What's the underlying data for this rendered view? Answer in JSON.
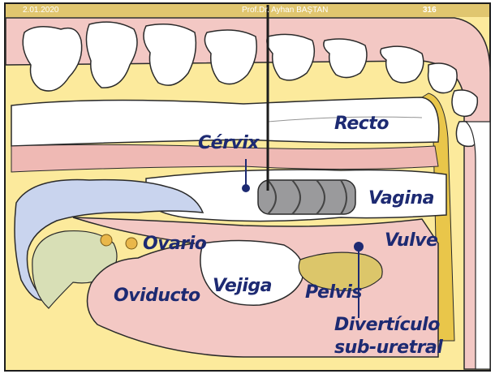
{
  "header": {
    "date": "2.01.2020",
    "author": "Prof.Dr. Ayhan BAŞTAN",
    "page": "316"
  },
  "labels": {
    "cervix": "Cérvix",
    "recto": "Recto",
    "vagina": "Vagina",
    "vulve": "Vulve",
    "ovario": "Ovario",
    "oviducto": "Oviducto",
    "vejiga": "Vejiga",
    "pelvis": "Pelvis",
    "diverticulo_1": "Divertículo",
    "diverticulo_2": "sub-uretral"
  },
  "colors": {
    "background": "#fcea9c",
    "bone": "#ffffff",
    "outline": "#2a2a2a",
    "tissue_pink": "#efb9b4",
    "rectum_pink": "#f3c8c4",
    "label_navy": "#1d2a72",
    "uterus_blue": "#c9d4ee",
    "speculum_gray": "#6e6e70"
  }
}
